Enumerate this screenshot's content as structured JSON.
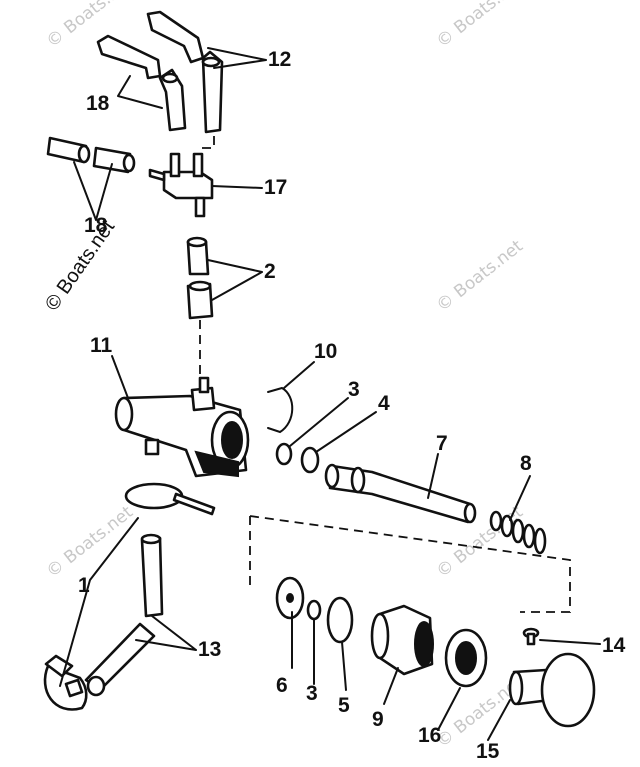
{
  "watermarks": [
    "© Boats.net",
    "© Boats.net",
    "© Boats.net",
    "© Boats.net",
    "© Boats.net",
    "© Boats.net",
    "© Boats.net"
  ],
  "callouts": [
    "12",
    "18",
    "17",
    "18",
    "2",
    "11",
    "10",
    "3",
    "4",
    "7",
    "8",
    "1",
    "13",
    "6",
    "3",
    "5",
    "9",
    "16",
    "15",
    "14"
  ]
}
